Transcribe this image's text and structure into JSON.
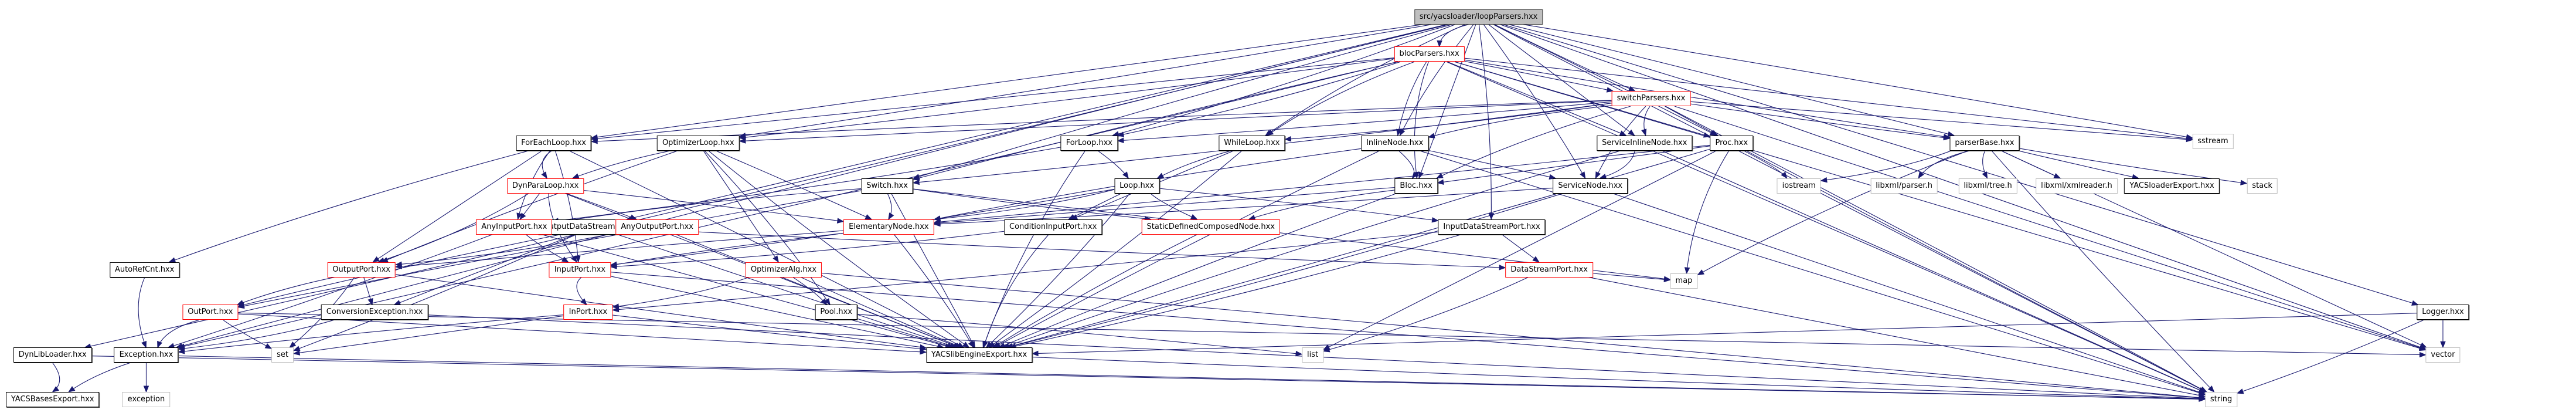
{
  "graph": {
    "title": "src/yacsloader/loopParsers.hxx",
    "edge_color": "#191970",
    "colors": {
      "root_fill": "#bfbfbf",
      "documented_border": "#000000",
      "truncated_border": "#ff0000",
      "system_header_border": "#bfbfbf"
    },
    "nodes": [
      {
        "id": "loopParsers",
        "label": "src/yacsloader/loopParsers.hxx",
        "kind": "root"
      },
      {
        "id": "blocParsers",
        "label": "blocParsers.hxx",
        "kind": "red"
      },
      {
        "id": "switchParsers",
        "label": "switchParsers.hxx",
        "kind": "red"
      },
      {
        "id": "ForEachLoop",
        "label": "ForEachLoop.hxx",
        "kind": "plain"
      },
      {
        "id": "OptimizerLoop",
        "label": "OptimizerLoop.hxx",
        "kind": "plain"
      },
      {
        "id": "ForLoop",
        "label": "ForLoop.hxx",
        "kind": "plain"
      },
      {
        "id": "WhileLoop",
        "label": "WhileLoop.hxx",
        "kind": "plain"
      },
      {
        "id": "InlineNode",
        "label": "InlineNode.hxx",
        "kind": "plain"
      },
      {
        "id": "ServiceInlineNode",
        "label": "ServiceInlineNode.hxx",
        "kind": "plain"
      },
      {
        "id": "Proc",
        "label": "Proc.hxx",
        "kind": "plain"
      },
      {
        "id": "parserBase",
        "label": "parserBase.hxx",
        "kind": "plain"
      },
      {
        "id": "sstream",
        "label": "sstream",
        "kind": "sys"
      },
      {
        "id": "DynParaLoop",
        "label": "DynParaLoop.hxx",
        "kind": "red"
      },
      {
        "id": "Switch",
        "label": "Switch.hxx",
        "kind": "plain"
      },
      {
        "id": "Loop",
        "label": "Loop.hxx",
        "kind": "plain"
      },
      {
        "id": "Bloc",
        "label": "Bloc.hxx",
        "kind": "plain"
      },
      {
        "id": "ServiceNode",
        "label": "ServiceNode.hxx",
        "kind": "plain"
      },
      {
        "id": "iostream",
        "label": "iostream",
        "kind": "sys"
      },
      {
        "id": "libxml_parser",
        "label": "libxml/parser.h",
        "kind": "sys"
      },
      {
        "id": "libxml_tree",
        "label": "libxml/tree.h",
        "kind": "sys"
      },
      {
        "id": "libxml_xmlreader",
        "label": "libxml/xmlreader.h",
        "kind": "sys"
      },
      {
        "id": "YACSloaderExport",
        "label": "YACSloaderExport.hxx",
        "kind": "plain"
      },
      {
        "id": "stack",
        "label": "stack",
        "kind": "sys"
      },
      {
        "id": "OutputDataStreamPort",
        "label": "OutputDataStreamPort.hxx",
        "kind": "plain"
      },
      {
        "id": "AnyInputPort",
        "label": "AnyInputPort.hxx",
        "kind": "red"
      },
      {
        "id": "AnyOutputPort",
        "label": "AnyOutputPort.hxx",
        "kind": "red"
      },
      {
        "id": "ElementaryNode",
        "label": "ElementaryNode.hxx",
        "kind": "red"
      },
      {
        "id": "ConditionInputPort",
        "label": "ConditionInputPort.hxx",
        "kind": "plain"
      },
      {
        "id": "StaticDefinedComposedNode",
        "label": "StaticDefinedComposedNode.hxx",
        "kind": "red"
      },
      {
        "id": "InputDataStreamPort",
        "label": "InputDataStreamPort.hxx",
        "kind": "plain"
      },
      {
        "id": "AutoRefCnt",
        "label": "AutoRefCnt.hxx",
        "kind": "plain"
      },
      {
        "id": "OutputPort",
        "label": "OutputPort.hxx",
        "kind": "red"
      },
      {
        "id": "InputPort",
        "label": "InputPort.hxx",
        "kind": "red"
      },
      {
        "id": "OptimizerAlg",
        "label": "OptimizerAlg.hxx",
        "kind": "red"
      },
      {
        "id": "DataStreamPort",
        "label": "DataStreamPort.hxx",
        "kind": "red"
      },
      {
        "id": "map",
        "label": "map",
        "kind": "sys"
      },
      {
        "id": "OutPort",
        "label": "OutPort.hxx",
        "kind": "red"
      },
      {
        "id": "ConversionException",
        "label": "ConversionException.hxx",
        "kind": "plain"
      },
      {
        "id": "InPort",
        "label": "InPort.hxx",
        "kind": "red"
      },
      {
        "id": "Pool",
        "label": "Pool.hxx",
        "kind": "plain"
      },
      {
        "id": "Logger",
        "label": "Logger.hxx",
        "kind": "plain"
      },
      {
        "id": "DynLibLoader",
        "label": "DynLibLoader.hxx",
        "kind": "plain"
      },
      {
        "id": "Exception",
        "label": "Exception.hxx",
        "kind": "plain"
      },
      {
        "id": "set",
        "label": "set",
        "kind": "sys"
      },
      {
        "id": "YACSlibEngineExport",
        "label": "YACSlibEngineExport.hxx",
        "kind": "plain"
      },
      {
        "id": "list",
        "label": "list",
        "kind": "sys"
      },
      {
        "id": "vector",
        "label": "vector",
        "kind": "sys"
      },
      {
        "id": "YACSBasesExport",
        "label": "YACSBasesExport.hxx",
        "kind": "plain"
      },
      {
        "id": "exception",
        "label": "exception",
        "kind": "sys"
      },
      {
        "id": "string",
        "label": "string",
        "kind": "sys"
      }
    ],
    "edges": [
      [
        "loopParsers",
        "blocParsers"
      ],
      [
        "loopParsers",
        "switchParsers"
      ],
      [
        "loopParsers",
        "ForEachLoop"
      ],
      [
        "loopParsers",
        "OptimizerLoop"
      ],
      [
        "loopParsers",
        "ForLoop"
      ],
      [
        "loopParsers",
        "WhileLoop"
      ],
      [
        "loopParsers",
        "InlineNode"
      ],
      [
        "loopParsers",
        "ServiceInlineNode"
      ],
      [
        "loopParsers",
        "Proc"
      ],
      [
        "loopParsers",
        "parserBase"
      ],
      [
        "loopParsers",
        "sstream"
      ],
      [
        "loopParsers",
        "Switch"
      ],
      [
        "loopParsers",
        "Bloc"
      ],
      [
        "loopParsers",
        "ServiceNode"
      ],
      [
        "loopParsers",
        "Logger"
      ],
      [
        "loopParsers",
        "vector"
      ],
      [
        "loopParsers",
        "string"
      ],
      [
        "loopParsers",
        "OutputDataStreamPort"
      ],
      [
        "loopParsers",
        "InputDataStreamPort"
      ],
      [
        "loopParsers",
        "DynLibLoader"
      ],
      [
        "loopParsers",
        "Exception"
      ],
      [
        "blocParsers",
        "switchParsers"
      ],
      [
        "blocParsers",
        "ForEachLoop"
      ],
      [
        "blocParsers",
        "OptimizerLoop"
      ],
      [
        "blocParsers",
        "ForLoop"
      ],
      [
        "blocParsers",
        "WhileLoop"
      ],
      [
        "blocParsers",
        "InlineNode"
      ],
      [
        "blocParsers",
        "ServiceInlineNode"
      ],
      [
        "blocParsers",
        "Proc"
      ],
      [
        "blocParsers",
        "parserBase"
      ],
      [
        "blocParsers",
        "Bloc"
      ],
      [
        "blocParsers",
        "Switch"
      ],
      [
        "blocParsers",
        "sstream"
      ],
      [
        "blocParsers",
        "Exception"
      ],
      [
        "blocParsers",
        "string"
      ],
      [
        "blocParsers",
        "vector"
      ],
      [
        "switchParsers",
        "ForEachLoop"
      ],
      [
        "switchParsers",
        "OptimizerLoop"
      ],
      [
        "switchParsers",
        "ForLoop"
      ],
      [
        "switchParsers",
        "WhileLoop"
      ],
      [
        "switchParsers",
        "InlineNode"
      ],
      [
        "switchParsers",
        "ServiceInlineNode"
      ],
      [
        "switchParsers",
        "Proc"
      ],
      [
        "switchParsers",
        "parserBase"
      ],
      [
        "switchParsers",
        "Switch"
      ],
      [
        "switchParsers",
        "Bloc"
      ],
      [
        "switchParsers",
        "ServiceNode"
      ],
      [
        "switchParsers",
        "sstream"
      ],
      [
        "switchParsers",
        "string"
      ],
      [
        "switchParsers",
        "vector"
      ],
      [
        "ForEachLoop",
        "DynParaLoop"
      ],
      [
        "ForEachLoop",
        "AnyInputPort"
      ],
      [
        "ForEachLoop",
        "OutputPort"
      ],
      [
        "ForEachLoop",
        "InputPort"
      ],
      [
        "ForEachLoop",
        "YACSlibEngineExport"
      ],
      [
        "ForEachLoop",
        "AutoRefCnt"
      ],
      [
        "OptimizerLoop",
        "DynParaLoop"
      ],
      [
        "OptimizerLoop",
        "OptimizerAlg"
      ],
      [
        "OptimizerLoop",
        "ElementaryNode"
      ],
      [
        "OptimizerLoop",
        "Pool"
      ],
      [
        "OptimizerLoop",
        "YACSlibEngineExport"
      ],
      [
        "OptimizerLoop",
        "OutputPort"
      ],
      [
        "DynParaLoop",
        "AnyInputPort"
      ],
      [
        "DynParaLoop",
        "AnyOutputPort"
      ],
      [
        "DynParaLoop",
        "OutputPort"
      ],
      [
        "DynParaLoop",
        "InputPort"
      ],
      [
        "DynParaLoop",
        "ElementaryNode"
      ],
      [
        "DynParaLoop",
        "YACSlibEngineExport"
      ],
      [
        "ForLoop",
        "Loop"
      ],
      [
        "ForLoop",
        "AnyInputPort"
      ],
      [
        "ForLoop",
        "YACSlibEngineExport"
      ],
      [
        "WhileLoop",
        "Loop"
      ],
      [
        "WhileLoop",
        "ConditionInputPort"
      ],
      [
        "WhileLoop",
        "YACSlibEngineExport"
      ],
      [
        "InlineNode",
        "Bloc"
      ],
      [
        "InlineNode",
        "ElementaryNode"
      ],
      [
        "InlineNode",
        "YACSlibEngineExport"
      ],
      [
        "InlineNode",
        "ServiceNode"
      ],
      [
        "InlineNode",
        "string"
      ],
      [
        "ServiceInlineNode",
        "ServiceNode"
      ],
      [
        "ServiceInlineNode",
        "YACSlibEngineExport"
      ],
      [
        "ServiceInlineNode",
        "string"
      ],
      [
        "Proc",
        "Bloc"
      ],
      [
        "Proc",
        "YACSlibEngineExport"
      ],
      [
        "Proc",
        "iostream"
      ],
      [
        "Proc",
        "map"
      ],
      [
        "Proc",
        "string"
      ],
      [
        "Proc",
        "list"
      ],
      [
        "Proc",
        "ElementaryNode"
      ],
      [
        "parserBase",
        "iostream"
      ],
      [
        "parserBase",
        "libxml_parser"
      ],
      [
        "parserBase",
        "libxml_tree"
      ],
      [
        "parserBase",
        "libxml_xmlreader"
      ],
      [
        "parserBase",
        "YACSloaderExport"
      ],
      [
        "parserBase",
        "stack"
      ],
      [
        "parserBase",
        "map"
      ],
      [
        "parserBase",
        "string"
      ],
      [
        "parserBase",
        "vector"
      ],
      [
        "Switch",
        "ElementaryNode"
      ],
      [
        "Switch",
        "StaticDefinedComposedNode"
      ],
      [
        "Switch",
        "AnyInputPort"
      ],
      [
        "Switch",
        "OutPort"
      ],
      [
        "Switch",
        "YACSlibEngineExport"
      ],
      [
        "Switch",
        "map"
      ],
      [
        "Loop",
        "ElementaryNode"
      ],
      [
        "Loop",
        "StaticDefinedComposedNode"
      ],
      [
        "Loop",
        "InputDataStreamPort"
      ],
      [
        "Loop",
        "ConditionInputPort"
      ],
      [
        "Loop",
        "YACSlibEngineExport"
      ],
      [
        "Loop",
        "InputPort"
      ],
      [
        "Bloc",
        "StaticDefinedComposedNode"
      ],
      [
        "Bloc",
        "YACSlibEngineExport"
      ],
      [
        "Bloc",
        "ElementaryNode"
      ],
      [
        "ServiceNode",
        "ElementaryNode"
      ],
      [
        "ServiceNode",
        "YACSlibEngineExport"
      ],
      [
        "ServiceNode",
        "string"
      ],
      [
        "OutputDataStreamPort",
        "OutPort"
      ],
      [
        "OutputDataStreamPort",
        "ConversionException"
      ],
      [
        "OutputDataStreamPort",
        "set"
      ],
      [
        "OutputDataStreamPort",
        "DataStreamPort"
      ],
      [
        "OutputDataStreamPort",
        "YACSlibEngineExport"
      ],
      [
        "AnyInputPort",
        "InputPort"
      ],
      [
        "AnyInputPort",
        "YACSlibEngineExport"
      ],
      [
        "AnyInputPort",
        "Exception"
      ],
      [
        "AnyOutputPort",
        "OutputPort"
      ],
      [
        "AnyOutputPort",
        "YACSlibEngineExport"
      ],
      [
        "ElementaryNode",
        "InputPort"
      ],
      [
        "ElementaryNode",
        "OutputPort"
      ],
      [
        "ElementaryNode",
        "YACSlibEngineExport"
      ],
      [
        "ConditionInputPort",
        "InputPort"
      ],
      [
        "ConditionInputPort",
        "YACSlibEngineExport"
      ],
      [
        "StaticDefinedComposedNode",
        "YACSlibEngineExport"
      ],
      [
        "InputDataStreamPort",
        "DataStreamPort"
      ],
      [
        "InputDataStreamPort",
        "InPort"
      ],
      [
        "InputDataStreamPort",
        "YACSlibEngineExport"
      ],
      [
        "AutoRefCnt",
        "Exception"
      ],
      [
        "OutputPort",
        "OutPort"
      ],
      [
        "OutputPort",
        "ConversionException"
      ],
      [
        "OutputPort",
        "set"
      ],
      [
        "OutputPort",
        "YACSlibEngineExport"
      ],
      [
        "InputPort",
        "InPort"
      ],
      [
        "InputPort",
        "YACSlibEngineExport"
      ],
      [
        "InputPort",
        "string"
      ],
      [
        "OptimizerAlg",
        "Pool"
      ],
      [
        "OptimizerAlg",
        "InPort"
      ],
      [
        "OptimizerAlg",
        "YACSlibEngineExport"
      ],
      [
        "OptimizerAlg",
        "string"
      ],
      [
        "DataStreamPort",
        "map"
      ],
      [
        "DataStreamPort",
        "string"
      ],
      [
        "DataStreamPort",
        "list"
      ],
      [
        "OutPort",
        "Exception"
      ],
      [
        "OutPort",
        "set"
      ],
      [
        "OutPort",
        "YACSlibEngineExport"
      ],
      [
        "OutPort",
        "vector"
      ],
      [
        "ConversionException",
        "Exception"
      ],
      [
        "ConversionException",
        "string"
      ],
      [
        "InPort",
        "Exception"
      ],
      [
        "InPort",
        "set"
      ],
      [
        "InPort",
        "YACSlibEngineExport"
      ],
      [
        "Pool",
        "YACSlibEngineExport"
      ],
      [
        "Pool",
        "list"
      ],
      [
        "Logger",
        "YACSlibEngineExport"
      ],
      [
        "Logger",
        "vector"
      ],
      [
        "Logger",
        "string"
      ],
      [
        "DynLibLoader",
        "YACSBasesExport"
      ],
      [
        "DynLibLoader",
        "string"
      ],
      [
        "Exception",
        "YACSBasesExport"
      ],
      [
        "Exception",
        "exception"
      ],
      [
        "Exception",
        "string"
      ],
      [
        "YACSlibEngineExport",
        "string"
      ]
    ]
  }
}
